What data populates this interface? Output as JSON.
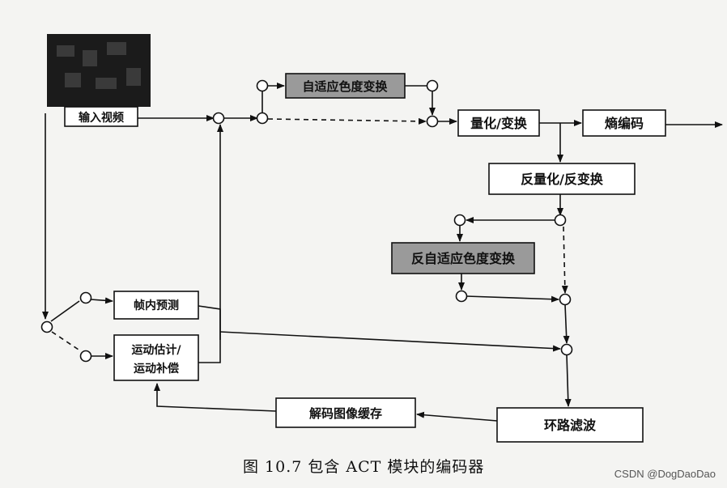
{
  "diagram": {
    "blocks": {
      "input_video": "输入视频",
      "adaptive_color_transform": "自适应色度变换",
      "quant_transform": "量化/变换",
      "entropy_coding": "熵编码",
      "inverse_quant_transform": "反量化/反变换",
      "inverse_adaptive_color_transform": "反自适应色度变换",
      "intra_prediction": "帧内预测",
      "motion_est_line1": "运动估计/",
      "motion_est_line2": "运动补偿",
      "decoded_picture_buffer": "解码图像缓存",
      "loop_filter": "环路滤波"
    },
    "caption": "图 10.7   包含 ACT 模块的编码器",
    "watermark": "CSDN @DogDaoDao"
  }
}
